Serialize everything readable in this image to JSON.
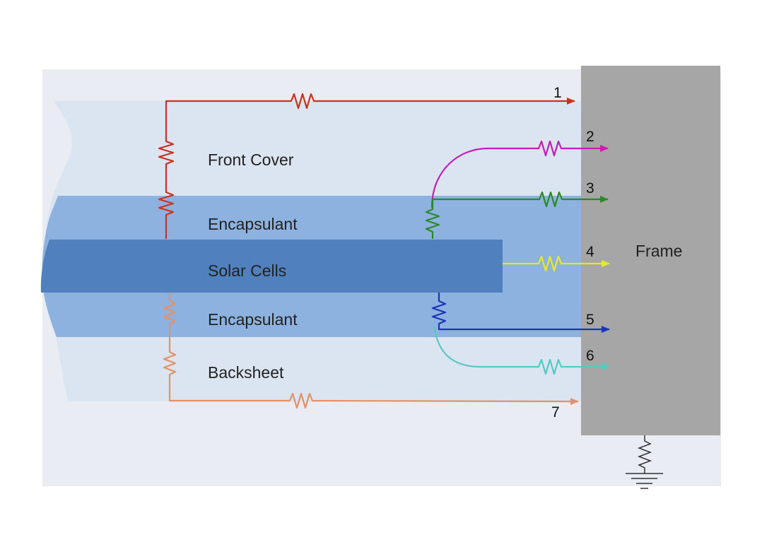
{
  "diagram": {
    "layers": {
      "front_cover": "Front Cover",
      "encapsulant_top": "Encapsulant",
      "solar_cells": "Solar Cells",
      "encapsulant_bottom": "Encapsulant",
      "backsheet": "Backsheet",
      "frame": "Frame"
    },
    "paths": [
      {
        "number": "1",
        "color": "#c8321e"
      },
      {
        "number": "2",
        "color": "#c21fb6"
      },
      {
        "number": "3",
        "color": "#2a8a2a"
      },
      {
        "number": "4",
        "color": "#e8e82a"
      },
      {
        "number": "5",
        "color": "#1a35b8"
      },
      {
        "number": "6",
        "color": "#5cc6c6"
      },
      {
        "number": "7",
        "color": "#e59066"
      }
    ],
    "colors": {
      "background": "#e9ecf2",
      "front_cover": "#dbe5f1",
      "encapsulant": "#8db2e0",
      "solar_cells": "#5080bd",
      "frame": "#a6a6a6",
      "ground": "#333333"
    },
    "icons": [
      "resistor-icon",
      "ground-icon"
    ]
  }
}
